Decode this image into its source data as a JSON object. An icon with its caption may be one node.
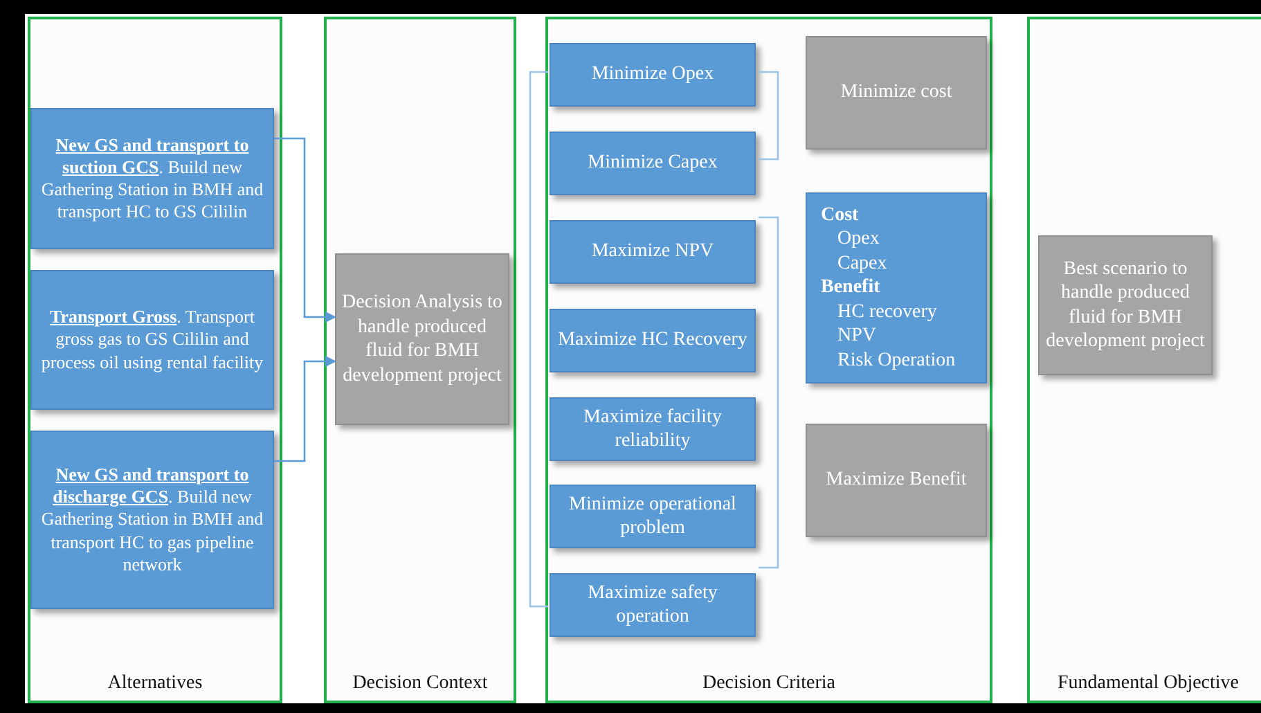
{
  "diagram": {
    "nodes": [
      {
        "text": [
          "Alternatives"
        ]
      },
      {
        "text": [
          "**New GS and transport to suction GCS**. Build new Gathering Station in BMH and transport HC to GS Cililin"
        ],
        "in": 0
      },
      {
        "text": [
          "**Transport Gross**. Transport gross gas to GS Cililin and process oil using rental facility"
        ],
        "in": 0
      },
      {
        "text": [
          "**New GS and transport to discharge GCS**. Build new Gathering Station in BMH and transport HC to gas pipeline network"
        ],
        "in": 0
      },
      {
        "text": [
          "Decision Context"
        ]
      },
      {
        "text": [
          "Decision Analysis to handle produced fluid for BMH development project"
        ],
        "in": 4
      },
      {
        "text": [
          "Decision Criteria"
        ]
      },
      {
        "text": [
          "Minimize Opex"
        ],
        "in": 6
      },
      {
        "text": [
          "Minimize Capex"
        ],
        "in": 6
      },
      {
        "text": [
          "Maximize NPV"
        ],
        "in": 6
      },
      {
        "text": [
          "Maximize HC Recovery"
        ],
        "in": 6
      },
      {
        "text": [
          "Maximize facility reliability"
        ],
        "in": 6
      },
      {
        "text": [
          "Minimize operational problem"
        ],
        "in": 6
      },
      {
        "text": [
          "Maximize safety operation"
        ],
        "in": 6
      },
      {
        "text": [
          "Minimize cost"
        ],
        "in": 6
      },
      {
        "text": [
          "Cost",
          "Opex",
          "Capex",
          "Benefit",
          "HC recovery",
          "NPV",
          "Risk Operation"
        ],
        "in": 6
      },
      {
        "text": [
          "Maximize Benefit"
        ],
        "in": 6
      },
      {
        "text": [
          "Fundamental Objective"
        ]
      },
      {
        "text": [
          "Best scenario to handle produced fluid for BMH development project"
        ],
        "in": 17
      }
    ],
    "edges": [
      {
        "from": 1,
        "to": 5,
        "arrow": "to"
      },
      {
        "from": 3,
        "to": 5,
        "arrow": "to"
      }
    ]
  }
}
